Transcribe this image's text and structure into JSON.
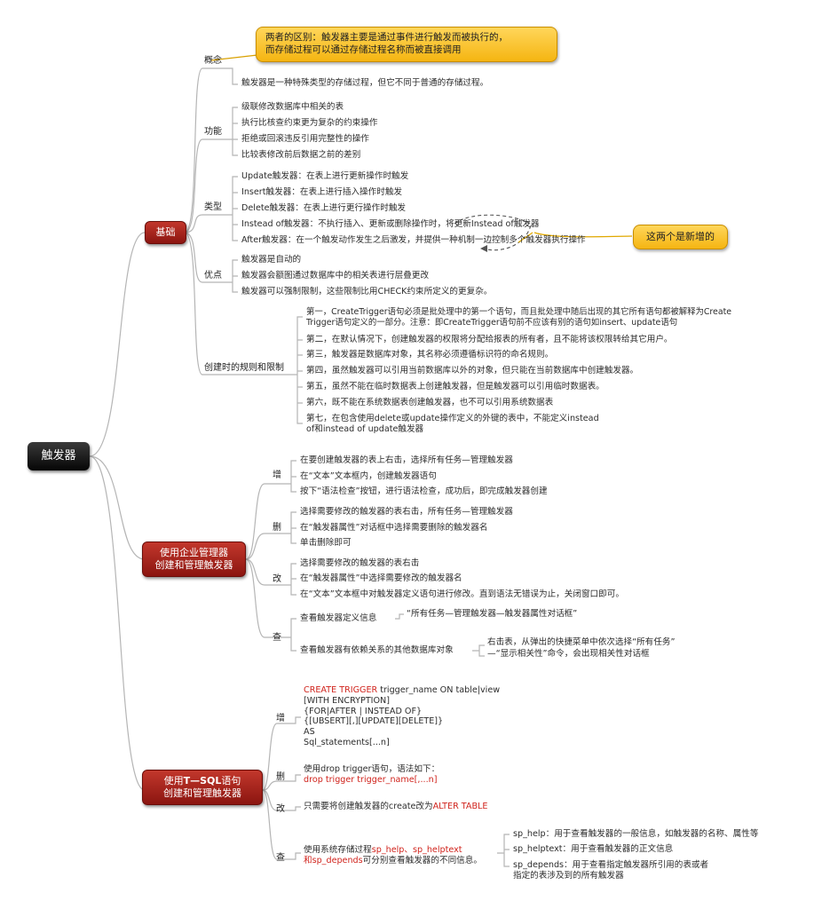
{
  "root": {
    "label": "触发器"
  },
  "callouts": {
    "top": {
      "line1": "两者的区别：触发器主要是通过事件进行触发而被执行的，",
      "line2": "而存储过程可以通过存储过程名称而被直接调用"
    },
    "new": {
      "label": "这两个是新增的"
    }
  },
  "basics": {
    "label": "基础",
    "concept": {
      "label": "概念",
      "items": [
        "触发器是一种特殊类型的存储过程，但它不同于普通的存储过程。"
      ]
    },
    "function": {
      "label": "功能",
      "items": [
        "级联修改数据库中相关的表",
        "执行比核查约束更为复杂的约束操作",
        "拒绝或回滚违反引用完整性的操作",
        "比较表修改前后数据之前的差别"
      ]
    },
    "types": {
      "label": "类型",
      "items": [
        "Update触发器：在表上进行更新操作时触发",
        "Insert触发器：在表上进行插入操作时触发",
        "Delete触发器：在表上进行更行操作时触发",
        "Instead  of触发器：不执行插入、更新或删除操作时，将更新Instead   of触发器",
        "After触发器：在一个触发动作发生之后激发，并提供一种机制一边控制多个触发器执行操作"
      ]
    },
    "advantages": {
      "label": "优点",
      "items": [
        "触发器是自动的",
        "触发器会额图通过数据库中的相关表进行层叠更改",
        "触发器可以强制限制，这些限制比用CHECK约束所定义的更复杂。"
      ]
    },
    "rules": {
      "label": "创建时的规则和限制",
      "items": [
        {
          "line1": "第一，CreateTrigger语句必须是批处理中的第一个语句，而且批处理中随后出现的其它所有语句都被解释为Create",
          "line2": "Trigger语句定义的一部分。注意：即CreateTrigger语句前不应该有别的语句如insert、update语句"
        },
        {
          "line1": "第二，在默认情况下，创建触发器的权限将分配给报表的所有者，且不能将该权限转给其它用户。"
        },
        {
          "line1": "第三，触发器是数据库对象，其名称必须遵循标识符的命名规则。"
        },
        {
          "line1": "第四，虽然触发器可以引用当前数据库以外的对象，但只能在当前数据库中创建触发器。"
        },
        {
          "line1": "第五，虽然不能在临时数据表上创建触发器，但是触发器可以引用临时数据表。"
        },
        {
          "line1": "第六，既不能在系统数据表创建触发器，也不可以引用系统数据表"
        },
        {
          "line1": "第七，在包含使用delete或update操作定义的外键的表中，不能定义instead",
          "line2": "of和instead  of  update触发器"
        }
      ]
    }
  },
  "enterprise": {
    "line1": "使用企业管理器",
    "line2": "创建和管理触发器",
    "add": {
      "label": "增",
      "items": [
        "在要创建触发器的表上右击，选择所有任务—管理触发器",
        "在“文本”文本框内，创建触发器语句",
        "按下“语法检查”按钮，进行语法检查，成功后，即完成触发器创建"
      ]
    },
    "del": {
      "label": "删",
      "items": [
        "选择需要修改的触发器的表右击，所有任务—管理触发器",
        "在“触发器属性”对话框中选择需要删除的触发器名",
        "单击删除即可"
      ]
    },
    "mod": {
      "label": "改",
      "items": [
        "选择需要修改的触发器的表右击",
        "在“触发器属性”中选择需要修改的触发器名",
        "在“文本”文本框中对触发器定义语句进行修改。直到语法无错误为止，关闭窗口即可。"
      ]
    },
    "query": {
      "label": "查",
      "item1": "查看触发器定义信息",
      "item1_sub": "“所有任务—管理触发器—触发器属性对话框”",
      "item2": "查看触发器有依赖关系的其他数据库对象",
      "item2_sub1": "右击表，从弹出的快捷菜单中依次选择“所有任务”",
      "item2_sub2": "—“显示相关性”命令，会出现相关性对话框"
    }
  },
  "tsql": {
    "line1_a": "使用",
    "line1_b": "T—SQL",
    "line1_c": "语句",
    "line2": "创建和管理触发器",
    "add": {
      "label": "增",
      "code_red": "CREATE   TRIGGER",
      "code_rest": " trigger_name  ON  table|view",
      "lines": [
        "[WITH  ENCRYPTION]",
        "{FOR|AFTER | INSTEAD  OF}",
        "{[UBSERT][,][UPDATE][DELETE]}",
        "AS",
        "Sql_statements[...n]"
      ]
    },
    "del": {
      "label": "删",
      "line1": "使用drop  trigger语句，语法如下：",
      "line2": "drop  trigger  trigger_name[,...n]"
    },
    "mod": {
      "label": "改",
      "text_a": "只需要将创建触发器的create改为",
      "text_b": "ALTER  TABLE"
    },
    "query": {
      "label": "查",
      "text_a": "使用系统存储过程",
      "text_b": "sp_help、sp_helptext",
      "text_c": "和sp_depends",
      "text_d": "可分别查看触发器的不同信息。",
      "items": [
        "sp_help：用于查看触发器的一般信息，如触发器的名称、属性等",
        "sp_helptext：用于查看触发器的正文信息",
        "sp_depends：用于查看指定触发器所引用的表或者"
      ],
      "item3_line2": "指定的表涉及到的所有触发器"
    }
  }
}
